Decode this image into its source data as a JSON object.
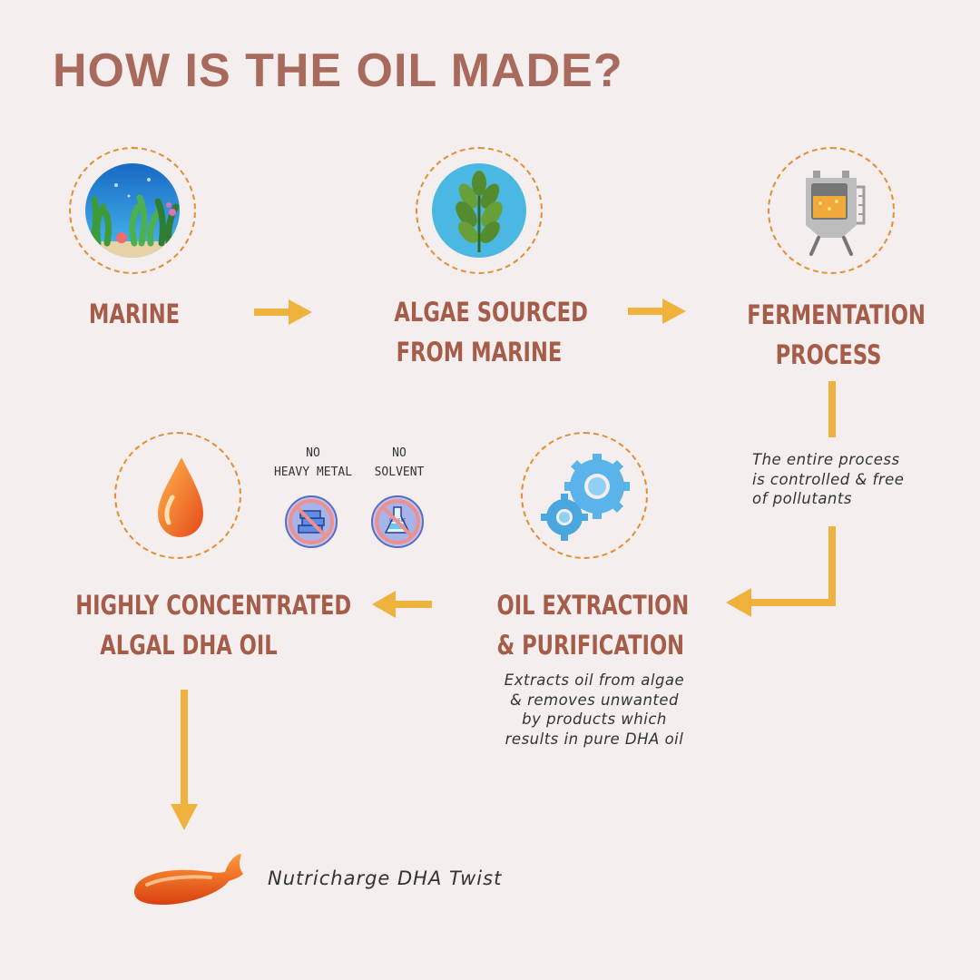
{
  "title": "HOW IS THE OIL MADE?",
  "colors": {
    "background": "#f5eeee",
    "title": "#a86a5c",
    "label": "#a55c48",
    "arrow": "#efb23c",
    "dashed_ring": "#e28e32"
  },
  "steps": [
    {
      "icon": "ocean-reef-icon",
      "label_lines": [
        "MARINE"
      ]
    },
    {
      "icon": "algae-icon",
      "label_lines": [
        "ALGAE SOURCED",
        "FROM MARINE"
      ]
    },
    {
      "icon": "fermentation-tank-icon",
      "label_lines": [
        "FERMENTATION",
        "PROCESS"
      ]
    },
    {
      "icon": "gears-icon",
      "label_lines": [
        "OIL EXTRACTION",
        "& PURIFICATION"
      ]
    },
    {
      "icon": "oil-drop-icon",
      "label_lines": [
        "HIGHLY CONCENTRATED",
        "ALGAL DHA OIL"
      ]
    }
  ],
  "notes": {
    "fermentation": [
      "The entire process",
      "is controlled & free",
      "of pollutants"
    ],
    "extraction": [
      "Extracts oil from algae",
      "& removes unwanted",
      "by products which",
      "results in pure DHA oil"
    ]
  },
  "badges": [
    {
      "icon": "no-heavy-metal-icon",
      "lines": [
        "NO",
        "HEAVY METAL"
      ]
    },
    {
      "icon": "no-solvent-icon",
      "lines": [
        "NO",
        "SOLVENT"
      ],
      "flask_text": "SOLVENT"
    }
  ],
  "product": {
    "icon": "softgel-capsule-icon",
    "name": "Nutricharge DHA Twist"
  }
}
